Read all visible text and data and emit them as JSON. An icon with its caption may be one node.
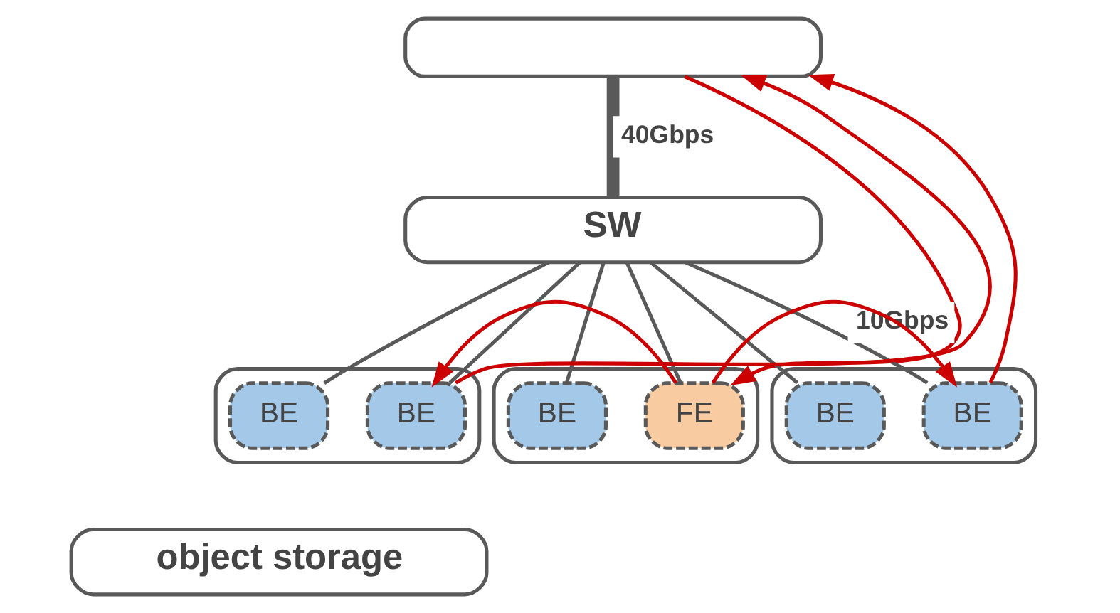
{
  "diagram": {
    "nodes": [
      {
        "text": [],
        "shape": "box"
      },
      {
        "text": [
          "SW"
        ]
      },
      {
        "text": [],
        "shape": "box"
      },
      {
        "text": [
          "BE"
        ],
        "in": 2
      },
      {
        "text": [
          "BE"
        ],
        "in": 2
      },
      {
        "text": [],
        "shape": "box"
      },
      {
        "text": [
          "BE"
        ],
        "in": 5
      },
      {
        "text": [
          "FE"
        ],
        "in": 5
      },
      {
        "text": [],
        "shape": "box"
      },
      {
        "text": [
          "BE"
        ],
        "in": 8
      },
      {
        "text": [
          "BE"
        ],
        "in": 8
      },
      {
        "text": [
          "object storage"
        ]
      }
    ],
    "edges": [
      {
        "from": 0,
        "to": 1,
        "arrow": "none",
        "style": "thick",
        "label": "40Gbps"
      },
      {
        "from": 1,
        "to": 3,
        "arrow": "none"
      },
      {
        "from": 1,
        "to": 4,
        "arrow": "none"
      },
      {
        "from": 1,
        "to": 6,
        "arrow": "none"
      },
      {
        "from": 1,
        "to": 7,
        "arrow": "none"
      },
      {
        "from": 1,
        "to": 9,
        "arrow": "none"
      },
      {
        "from": 1,
        "to": 10,
        "arrow": "none",
        "label": "10Gbps"
      },
      {
        "from": 4,
        "to": 0,
        "arrow": "to",
        "color": "#cc0000"
      },
      {
        "from": 0,
        "to": 7,
        "arrow": "to",
        "color": "#cc0000"
      },
      {
        "from": 10,
        "to": 0,
        "arrow": "to",
        "color": "#cc0000"
      },
      {
        "from": 7,
        "to": 4,
        "arrow": "to",
        "color": "#cc0000"
      },
      {
        "from": 7,
        "to": 10,
        "arrow": "to",
        "color": "#cc0000"
      }
    ]
  }
}
